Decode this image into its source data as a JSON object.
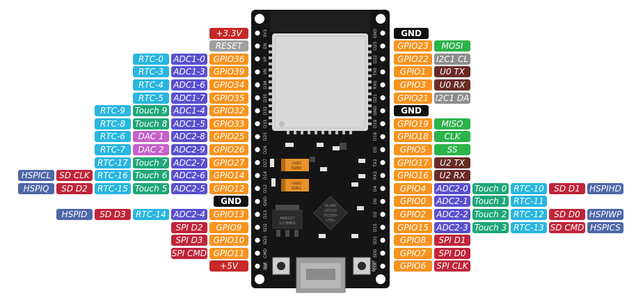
{
  "colors": {
    "power": "#c62828",
    "reset": "#a0a0a0",
    "gnd": "#111111",
    "gpio": "#f7931e",
    "rtc": "#29b6e0",
    "adc": "#5a4fcf",
    "touch": "#1fa779",
    "dac": "#c561c9",
    "hspi": "#4f67a8",
    "spi_flash": "#c0243a",
    "vspi": "#2cb34a",
    "i2c": "#8d8d8d",
    "uart": "#6a2b26",
    "board": "#151515",
    "shield": "#d9d9d9",
    "usb": "#9e9e9e"
  },
  "board": {
    "regulator": [
      "AMS1117",
      "3.3 DN811"
    ],
    "usb_chip": [
      "SILABS",
      "CP2102",
      "DCL00X",
      "1730+"
    ],
    "cap_top": [
      "+106C",
      "518N3"
    ],
    "cap_bottom": [
      "+106C",
      "518K1"
    ],
    "btn_left": "RST",
    "btn_right": "BOOT"
  },
  "left_rows": [
    {
      "pin": "3V3",
      "labels": [
        {
          "t": "+3.3V",
          "c": "power"
        }
      ]
    },
    {
      "pin": "EN",
      "labels": [
        {
          "t": "RESET",
          "c": "reset"
        }
      ]
    },
    {
      "pin": "VP",
      "labels": [
        {
          "t": "GPIO36",
          "c": "gpio"
        },
        {
          "t": "ADC1-0",
          "c": "adc"
        },
        {
          "t": "RTC-0",
          "c": "rtc"
        }
      ]
    },
    {
      "pin": "VN",
      "labels": [
        {
          "t": "GPIO39",
          "c": "gpio"
        },
        {
          "t": "ADC1-3",
          "c": "adc"
        },
        {
          "t": "RTC-3",
          "c": "rtc"
        }
      ]
    },
    {
      "pin": "D34",
      "labels": [
        {
          "t": "GPIO34",
          "c": "gpio"
        },
        {
          "t": "ADC1-6",
          "c": "adc"
        },
        {
          "t": "RTC-4",
          "c": "rtc"
        }
      ]
    },
    {
      "pin": "D35",
      "labels": [
        {
          "t": "GPIO35",
          "c": "gpio"
        },
        {
          "t": "ADC1-7",
          "c": "adc"
        },
        {
          "t": "RTC-5",
          "c": "rtc"
        }
      ]
    },
    {
      "pin": "D32",
      "labels": [
        {
          "t": "GPIO32",
          "c": "gpio"
        },
        {
          "t": "ADC1-4",
          "c": "adc"
        },
        {
          "t": "Touch 9",
          "c": "touch"
        },
        {
          "t": "RTC-9",
          "c": "rtc"
        }
      ]
    },
    {
      "pin": "D33",
      "labels": [
        {
          "t": "GPIO33",
          "c": "gpio"
        },
        {
          "t": "ADC1-5",
          "c": "adc"
        },
        {
          "t": "Touch 8",
          "c": "touch"
        },
        {
          "t": "RTC-8",
          "c": "rtc"
        }
      ]
    },
    {
      "pin": "D25",
      "labels": [
        {
          "t": "GPIO25",
          "c": "gpio"
        },
        {
          "t": "ADC2-8",
          "c": "adc"
        },
        {
          "t": "DAC 1",
          "c": "dac"
        },
        {
          "t": "RTC-6",
          "c": "rtc"
        }
      ]
    },
    {
      "pin": "D26",
      "labels": [
        {
          "t": "GPIO26",
          "c": "gpio"
        },
        {
          "t": "ADC2-9",
          "c": "adc"
        },
        {
          "t": "DAC 2",
          "c": "dac"
        },
        {
          "t": "RTC-7",
          "c": "rtc"
        }
      ]
    },
    {
      "pin": "D27",
      "labels": [
        {
          "t": "GPIO27",
          "c": "gpio"
        },
        {
          "t": "ADC2-7",
          "c": "adc"
        },
        {
          "t": "Touch 7",
          "c": "touch"
        },
        {
          "t": "RTC-17",
          "c": "rtc"
        }
      ]
    },
    {
      "pin": "D14",
      "labels": [
        {
          "t": "GPIO14",
          "c": "gpio"
        },
        {
          "t": "ADC2-6",
          "c": "adc"
        },
        {
          "t": "Touch 6",
          "c": "touch"
        },
        {
          "t": "RTC-16",
          "c": "rtc"
        },
        {
          "t": "SD CLK",
          "c": "spi_flash"
        },
        {
          "t": "HSPICL",
          "c": "hspi"
        }
      ]
    },
    {
      "pin": "D12",
      "labels": [
        {
          "t": "GPIO12",
          "c": "gpio"
        },
        {
          "t": "ADC2-5",
          "c": "adc"
        },
        {
          "t": "Touch 5",
          "c": "touch"
        },
        {
          "t": "RTC-15",
          "c": "rtc"
        },
        {
          "t": "SD D2",
          "c": "spi_flash"
        },
        {
          "t": "HSPIQ",
          "c": "hspi"
        }
      ]
    },
    {
      "pin": "GND",
      "labels": [
        {
          "t": "GND",
          "c": "gnd"
        }
      ]
    },
    {
      "pin": "D13",
      "labels": [
        {
          "t": "GPIO13",
          "c": "gpio"
        },
        {
          "t": "ADC2-4",
          "c": "adc"
        },
        {
          "t": "RTC-14",
          "c": "rtc"
        },
        {
          "t": "SD D3",
          "c": "spi_flash"
        },
        {
          "t": "HSPID",
          "c": "hspi"
        }
      ]
    },
    {
      "pin": "SD2",
      "labels": [
        {
          "t": "GPIO9",
          "c": "gpio"
        },
        {
          "t": "SPI D2",
          "c": "spi_flash"
        }
      ]
    },
    {
      "pin": "SD3",
      "labels": [
        {
          "t": "GPIO10",
          "c": "gpio"
        },
        {
          "t": "SPI D3",
          "c": "spi_flash"
        }
      ]
    },
    {
      "pin": "CMD",
      "labels": [
        {
          "t": "GPIO11",
          "c": "gpio"
        },
        {
          "t": "SPI CMD",
          "c": "spi_flash"
        }
      ]
    },
    {
      "pin": "5V",
      "labels": [
        {
          "t": "+5V",
          "c": "power"
        }
      ]
    }
  ],
  "right_rows": [
    {
      "pin": "GND",
      "labels": [
        {
          "t": "GND",
          "c": "gnd"
        }
      ]
    },
    {
      "pin": "D23",
      "labels": [
        {
          "t": "GPIO23",
          "c": "gpio"
        },
        {
          "t": "MOSI",
          "c": "vspi"
        }
      ]
    },
    {
      "pin": "D22",
      "labels": [
        {
          "t": "GPIO22",
          "c": "gpio"
        },
        {
          "t": "I2C1 CL",
          "c": "i2c"
        }
      ]
    },
    {
      "pin": "TX0",
      "labels": [
        {
          "t": "GPIO1",
          "c": "gpio"
        },
        {
          "t": "U0 TX",
          "c": "uart"
        }
      ]
    },
    {
      "pin": "RX0",
      "labels": [
        {
          "t": "GPIO3",
          "c": "gpio"
        },
        {
          "t": "U0 RX",
          "c": "uart"
        }
      ]
    },
    {
      "pin": "D21",
      "labels": [
        {
          "t": "GPIO21",
          "c": "gpio"
        },
        {
          "t": "I2C1 DA",
          "c": "i2c"
        }
      ]
    },
    {
      "pin": "GND",
      "labels": [
        {
          "t": "GND",
          "c": "gnd"
        }
      ]
    },
    {
      "pin": "D19",
      "labels": [
        {
          "t": "GPIO19",
          "c": "gpio"
        },
        {
          "t": "MISO",
          "c": "vspi"
        }
      ]
    },
    {
      "pin": "D18",
      "labels": [
        {
          "t": "GPIO18",
          "c": "gpio"
        },
        {
          "t": "CLK",
          "c": "vspi"
        }
      ]
    },
    {
      "pin": "D5",
      "labels": [
        {
          "t": "GPIO5",
          "c": "gpio"
        },
        {
          "t": "SS",
          "c": "vspi"
        }
      ]
    },
    {
      "pin": "TX2",
      "labels": [
        {
          "t": "GPIO17",
          "c": "gpio"
        },
        {
          "t": "U2 TX",
          "c": "uart"
        }
      ]
    },
    {
      "pin": "RX2",
      "labels": [
        {
          "t": "GPIO16",
          "c": "gpio"
        },
        {
          "t": "U2 RX",
          "c": "uart"
        }
      ]
    },
    {
      "pin": "D4",
      "labels": [
        {
          "t": "GPIO4",
          "c": "gpio"
        },
        {
          "t": "ADC2-0",
          "c": "adc"
        },
        {
          "t": "Touch 0",
          "c": "touch"
        },
        {
          "t": "RTC-10",
          "c": "rtc"
        },
        {
          "t": "SD D1",
          "c": "spi_flash"
        },
        {
          "t": "HSPIHD",
          "c": "hspi"
        }
      ]
    },
    {
      "pin": "D0",
      "labels": [
        {
          "t": "GPIO0",
          "c": "gpio"
        },
        {
          "t": "ADC2-1",
          "c": "adc"
        },
        {
          "t": "Touch 1",
          "c": "touch"
        },
        {
          "t": "RTC-11",
          "c": "rtc"
        }
      ]
    },
    {
      "pin": "D2",
      "labels": [
        {
          "t": "GPIO2",
          "c": "gpio"
        },
        {
          "t": "ADC2-2",
          "c": "adc"
        },
        {
          "t": "Touch 2",
          "c": "touch"
        },
        {
          "t": "RTC-12",
          "c": "rtc"
        },
        {
          "t": "SD D0",
          "c": "spi_flash"
        },
        {
          "t": "HSPIWP",
          "c": "hspi"
        }
      ]
    },
    {
      "pin": "D15",
      "labels": [
        {
          "t": "GPIO15",
          "c": "gpio"
        },
        {
          "t": "ADC2-3",
          "c": "adc"
        },
        {
          "t": "Touch 3",
          "c": "touch"
        },
        {
          "t": "RTC-13",
          "c": "rtc"
        },
        {
          "t": "SD CMD",
          "c": "spi_flash"
        },
        {
          "t": "HSPICS",
          "c": "hspi"
        }
      ]
    },
    {
      "pin": "SD1",
      "labels": [
        {
          "t": "GPIO8",
          "c": "gpio"
        },
        {
          "t": "SPI D1",
          "c": "spi_flash"
        }
      ]
    },
    {
      "pin": "SD0",
      "labels": [
        {
          "t": "GPIO7",
          "c": "gpio"
        },
        {
          "t": "SPI D0",
          "c": "spi_flash"
        }
      ]
    },
    {
      "pin": "CLK",
      "labels": [
        {
          "t": "GPIO6",
          "c": "gpio"
        },
        {
          "t": "SPI CLK",
          "c": "spi_flash"
        }
      ]
    }
  ]
}
